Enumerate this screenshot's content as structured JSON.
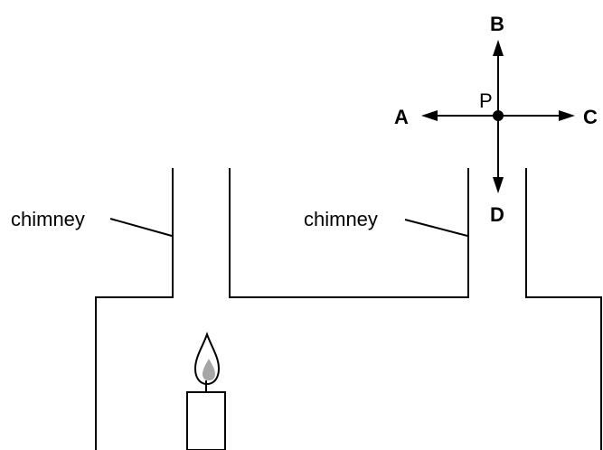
{
  "labels": {
    "left_chimney": "chimney",
    "right_chimney": "chimney",
    "point": "P",
    "direction_a": "A",
    "direction_b": "B",
    "direction_c": "C",
    "direction_d": "D"
  },
  "colors": {
    "line": "#000000",
    "flame_inner": "#a6a6a6",
    "background": "#ffffff"
  }
}
